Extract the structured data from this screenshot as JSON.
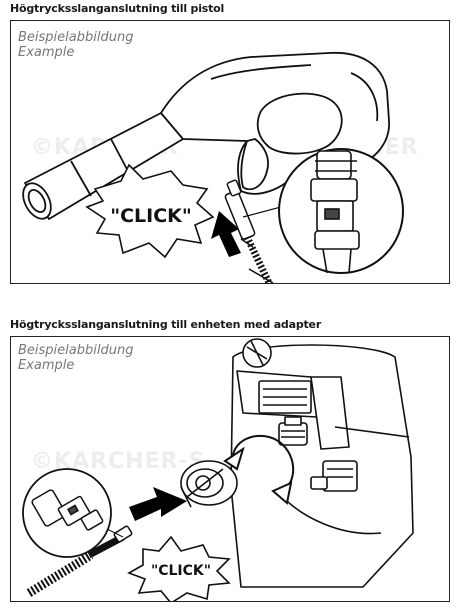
{
  "sections": [
    {
      "heading": "Högtrycksslanganslutning till pistol",
      "caption_line1": "Beispielabbildung",
      "caption_line2": "Example",
      "watermark": "©KARCHER",
      "click_label": "\"CLICK\""
    },
    {
      "heading": "Högtrycksslanganslutning till enheten med adapter",
      "caption_line1": "Beispielabbildung",
      "caption_line2": "Example",
      "watermark": "©KARCHER-S",
      "click_label": "\"CLICK\""
    }
  ],
  "icons": {
    "spray-gun": "spray-gun-illustration",
    "hose-connector": "hose-connector-illustration",
    "push-arrow": "push-arrow-icon",
    "rotate-arrow": "rotate-arrow-icon",
    "pressure-washer": "pressure-washer-illustration",
    "adapter": "adapter-illustration"
  },
  "colors": {
    "line": "#111111",
    "arrow": "#000000",
    "border": "#222222"
  }
}
